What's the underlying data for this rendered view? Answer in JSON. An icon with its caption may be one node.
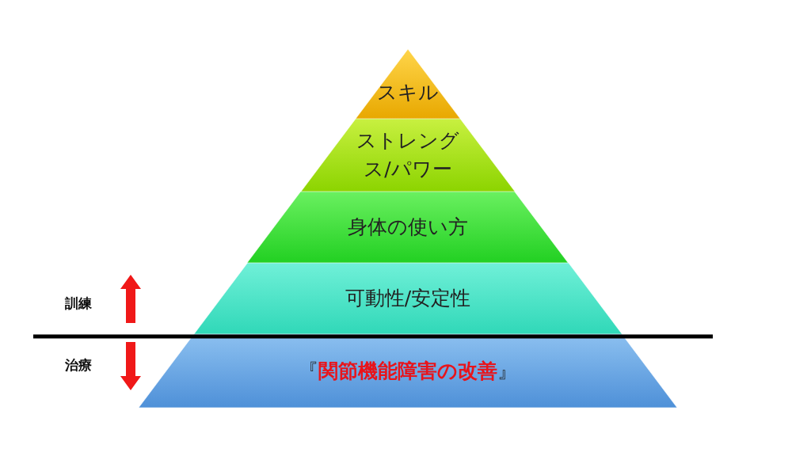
{
  "diagram": {
    "nodes": [
      {
        "text": [
          "スキル"
        ]
      },
      {
        "text": [
          "ストレングス/パワー"
        ]
      },
      {
        "text": [
          "身体の使い方"
        ]
      },
      {
        "text": [
          "可動性/安定性"
        ]
      },
      {
        "text": [
          "『**関節機能障害の改善**』"
        ]
      }
    ],
    "labels": [
      "訓練",
      "治療"
    ]
  }
}
